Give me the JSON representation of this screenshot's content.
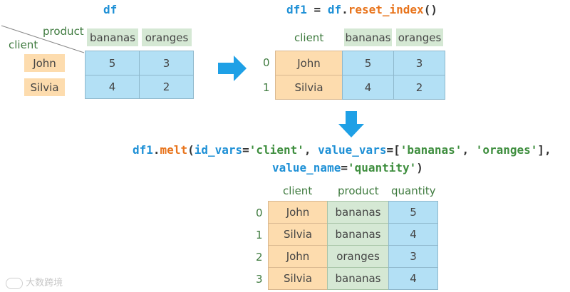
{
  "left": {
    "title": "df",
    "col_label": "product",
    "row_label": "client",
    "headers": [
      "bananas",
      "oranges"
    ],
    "rows": [
      {
        "client": "John",
        "values": [
          "5",
          "3"
        ]
      },
      {
        "client": "Silvia",
        "values": [
          "4",
          "2"
        ]
      }
    ]
  },
  "right": {
    "code": {
      "var": "df1",
      "eq": " = ",
      "obj": "df",
      "dot": ".",
      "method": "reset_index",
      "parens": "()"
    },
    "headers": [
      "client",
      "bananas",
      "oranges"
    ],
    "index": [
      "0",
      "1"
    ],
    "rows": [
      {
        "client": "John",
        "values": [
          "5",
          "3"
        ]
      },
      {
        "client": "Silvia",
        "values": [
          "4",
          "2"
        ]
      }
    ]
  },
  "melt": {
    "line1": {
      "obj": "df1",
      "dot": ".",
      "method": "melt",
      "p1": "(",
      "kw1": "id_vars",
      "eq1": "=",
      "s1": "'client'",
      "c1": ", ",
      "kw2": "value_vars",
      "eq2": "=",
      "b1": "[",
      "s2": "'bananas'",
      "c2": ", ",
      "s3": "'oranges'",
      "b2": "],"
    },
    "line2": {
      "kw3": "value_name",
      "eq3": "=",
      "s4": "'quantity'",
      "p2": ")"
    },
    "headers": [
      "client",
      "product",
      "quantity"
    ],
    "index": [
      "0",
      "1",
      "2",
      "3"
    ],
    "rows": [
      {
        "client": "John",
        "product": "bananas",
        "quantity": "5"
      },
      {
        "client": "Silvia",
        "product": "bananas",
        "quantity": "4"
      },
      {
        "client": "John",
        "product": "oranges",
        "quantity": "3"
      },
      {
        "client": "Silvia",
        "product": "bananas",
        "quantity": "4"
      }
    ]
  },
  "watermark": {
    "text": "大数跨境"
  },
  "colors": {
    "value_cell": "#b3e0f5",
    "client_cell": "#fddcae",
    "product_cell": "#d5e8d4",
    "arrow": "#1ea0e6"
  }
}
